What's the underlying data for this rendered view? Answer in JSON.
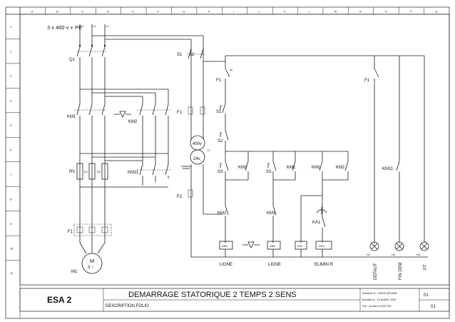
{
  "grid": {
    "columns": [
      "A",
      "B",
      "C",
      "D",
      "E",
      "F",
      "G",
      "H",
      "I",
      "J",
      "K",
      "L",
      "M",
      "N",
      "O",
      "P",
      "Q"
    ],
    "rows": [
      "1",
      "2",
      "3",
      "4",
      "5",
      "6",
      "7",
      "8",
      "9",
      "10",
      "11"
    ]
  },
  "power": {
    "supply": "3 x 400 v + PE",
    "phases": [
      "L1",
      "L2",
      "L3"
    ],
    "breaker": "Q1",
    "contactors": [
      "KM1",
      "KM2",
      "KM11"
    ],
    "resistors": [
      "RV",
      "R1",
      "R2"
    ],
    "thermal_relay": "F1",
    "motor": "M1",
    "motor_symbol": "M",
    "motor_phase": "3 ~"
  },
  "control": {
    "switches": [
      "S1",
      "S2"
    ],
    "fuses": [
      "F1",
      "F2"
    ],
    "transformer_primary": "400v",
    "transformer_secondary": "24v",
    "transformer_tag": "T1",
    "buttons": [
      "S1",
      "S2",
      "S3"
    ],
    "relay": "KA1",
    "coils": [
      "KM1",
      "KM2",
      "KA1",
      "KM1"
    ],
    "lamps": [
      "H1",
      "H2",
      "H3"
    ],
    "lamp_labels": [
      "DEFAUT",
      "FIN DEM",
      "PT"
    ],
    "section_labels": [
      "LIGNE",
      "LIGNE",
      "ELIMIN R"
    ],
    "separator_symbol": "—▽—"
  },
  "title_block": {
    "company": "ESA 2",
    "title": "DEMARRAGE STATORIQUE 2 TEMPS  2 SENS",
    "description": "DESCRIPTION FOLIO",
    "designed": "Dessiné le : DATE DESSIN",
    "modified": "Modifié le :  13 MARS 2002",
    "by": "Par :         ALAIN COZETTE",
    "folio": "01",
    "folio_total": "01"
  }
}
